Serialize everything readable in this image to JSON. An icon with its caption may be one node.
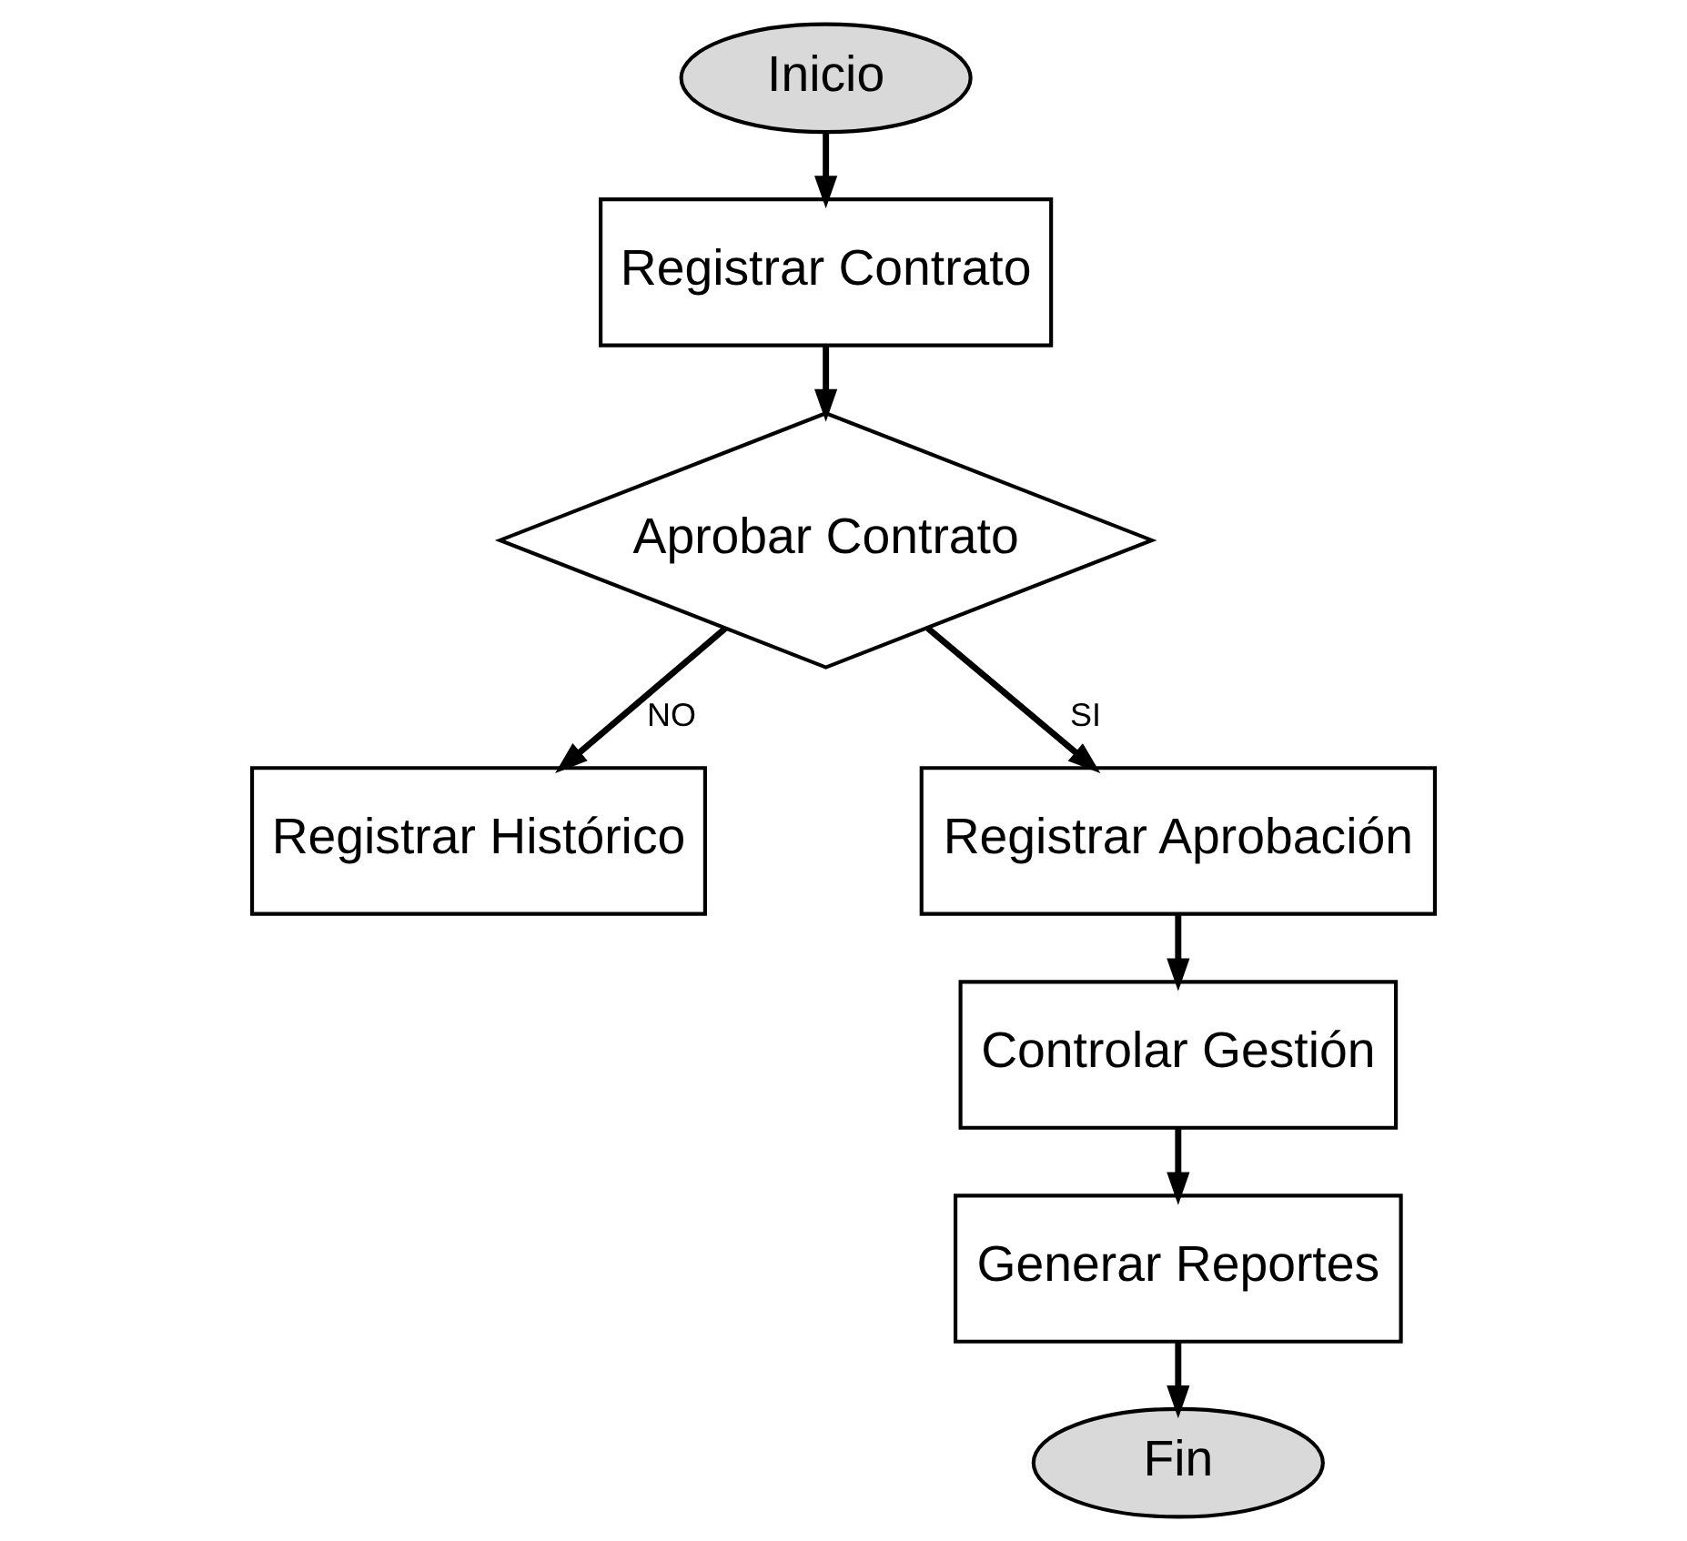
{
  "diagram": {
    "nodes": [
      {
        "text": [
          "Inicio"
        ]
      },
      {
        "text": [
          "Registrar Contrato"
        ]
      },
      {
        "text": [
          "Aprobar Contrato"
        ]
      },
      {
        "text": [
          "Registrar Histórico"
        ]
      },
      {
        "text": [
          "Registrar Aprobación"
        ]
      },
      {
        "text": [
          "Controlar Gestión"
        ]
      },
      {
        "text": [
          "Generar Reportes"
        ]
      },
      {
        "text": [
          "Fin"
        ]
      }
    ],
    "edges": [
      {
        "from": 0,
        "to": 1,
        "arrow": "to"
      },
      {
        "from": 1,
        "to": 2,
        "arrow": "to"
      },
      {
        "from": 2,
        "to": 3,
        "arrow": "to",
        "label": "NO"
      },
      {
        "from": 2,
        "to": 4,
        "arrow": "to",
        "label": "SI"
      },
      {
        "from": 4,
        "to": 5,
        "arrow": "to"
      },
      {
        "from": 5,
        "to": 6,
        "arrow": "to"
      },
      {
        "from": 6,
        "to": 7,
        "arrow": "to"
      }
    ]
  }
}
